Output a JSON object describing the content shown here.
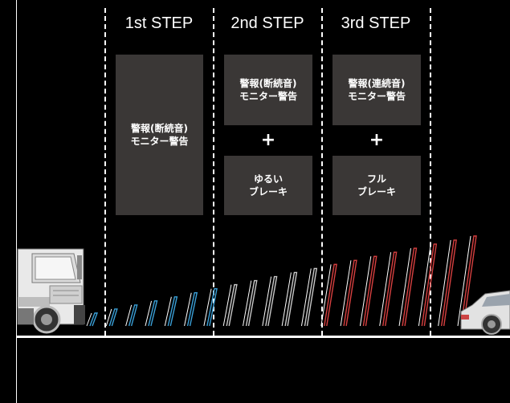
{
  "steps": [
    {
      "title": "1st STEP",
      "warning": "警報(断続音)\nモニター警告"
    },
    {
      "title": "2nd STEP",
      "warning": "警報(断続音)\nモニター警告",
      "plus": "+",
      "brake": "ゆるい\nブレーキ"
    },
    {
      "title": "3rd STEP",
      "warning": "警報(連続音)\nモニター警告",
      "plus": "+",
      "brake": "フル\nブレーキ"
    }
  ],
  "colors": {
    "background": "#000000",
    "box": "#3a3736",
    "wave_far": "#3aa0d8",
    "wave_mid": "#c8c8c8",
    "wave_near": "#d84040",
    "line": "#ffffff"
  },
  "icons": {
    "vehicle_left": "truck-icon",
    "vehicle_right": "car-icon",
    "radar_waves": "radar-wave-icon"
  }
}
